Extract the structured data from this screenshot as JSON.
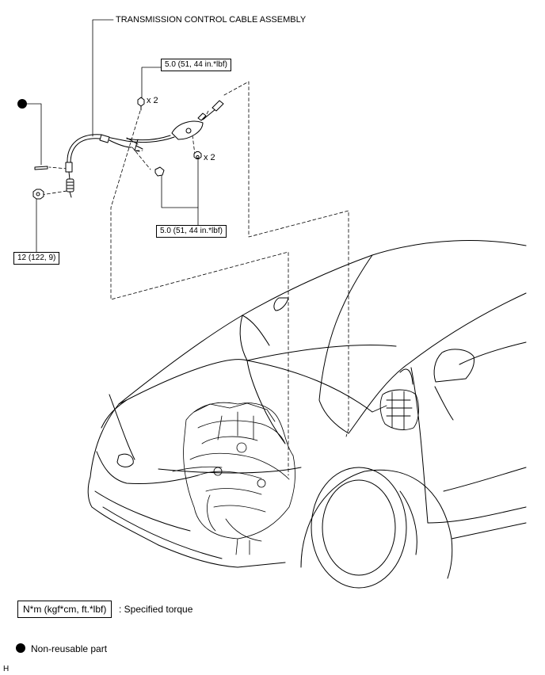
{
  "callouts": {
    "cable_assembly": "TRANSMISSION CONTROL CABLE ASSEMBLY",
    "torque_top": "5.0 (51, 44 in.*lbf)",
    "torque_bottom": "5.0 (51, 44 in.*lbf)",
    "torque_nut": "12 (122, 9)",
    "qty_bolt": "x 2",
    "qty_nut": "x 2"
  },
  "legend": {
    "torque_box": "N*m (kgf*cm, ft.*lbf)",
    "torque_desc": ": Specified torque",
    "nonreusable_desc": "Non-reusable part"
  },
  "footer": {
    "code": "H"
  }
}
